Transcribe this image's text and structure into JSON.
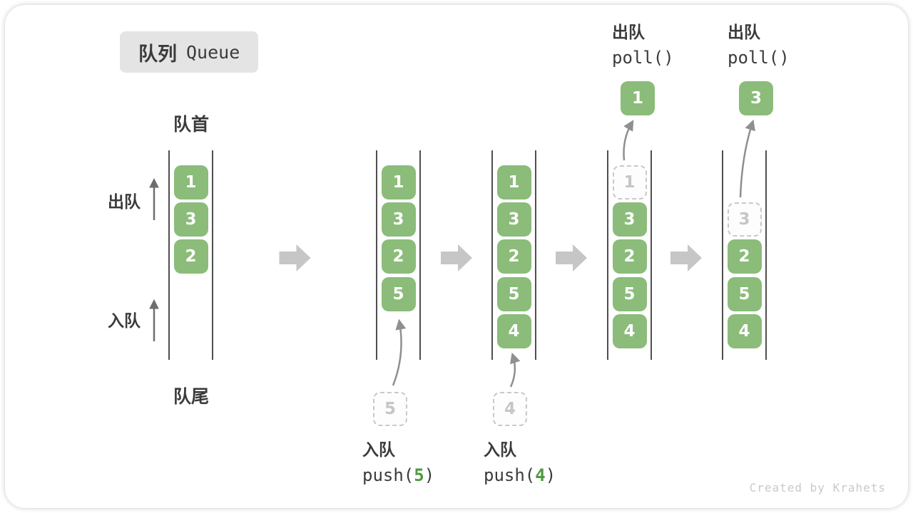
{
  "title": {
    "cn": "队列",
    "en": "Queue"
  },
  "labels": {
    "front": "队首",
    "rear": "队尾",
    "dequeue_side": "出队",
    "enqueue_side": "入队"
  },
  "columns": [
    {
      "cells": [
        {
          "row": 0,
          "value": "1",
          "style": "solid"
        },
        {
          "row": 1,
          "value": "3",
          "style": "solid"
        },
        {
          "row": 2,
          "value": "2",
          "style": "solid"
        }
      ]
    },
    {
      "cells": [
        {
          "row": 0,
          "value": "1",
          "style": "solid"
        },
        {
          "row": 1,
          "value": "3",
          "style": "solid"
        },
        {
          "row": 2,
          "value": "2",
          "style": "solid"
        },
        {
          "row": 3,
          "value": "5",
          "style": "solid"
        }
      ]
    },
    {
      "cells": [
        {
          "row": 0,
          "value": "1",
          "style": "solid"
        },
        {
          "row": 1,
          "value": "3",
          "style": "solid"
        },
        {
          "row": 2,
          "value": "2",
          "style": "solid"
        },
        {
          "row": 3,
          "value": "5",
          "style": "solid"
        },
        {
          "row": 4,
          "value": "4",
          "style": "solid"
        }
      ]
    },
    {
      "cells": [
        {
          "row": 0,
          "value": "1",
          "style": "dashed"
        },
        {
          "row": 1,
          "value": "3",
          "style": "solid"
        },
        {
          "row": 2,
          "value": "2",
          "style": "solid"
        },
        {
          "row": 3,
          "value": "5",
          "style": "solid"
        },
        {
          "row": 4,
          "value": "4",
          "style": "solid"
        }
      ]
    },
    {
      "cells": [
        {
          "row": 1,
          "value": "3",
          "style": "dashed"
        },
        {
          "row": 2,
          "value": "2",
          "style": "solid"
        },
        {
          "row": 3,
          "value": "5",
          "style": "solid"
        },
        {
          "row": 4,
          "value": "4",
          "style": "solid"
        }
      ]
    }
  ],
  "staged": [
    {
      "value": "5"
    },
    {
      "value": "4"
    }
  ],
  "dequeued": [
    {
      "value": "1"
    },
    {
      "value": "3"
    }
  ],
  "operations": {
    "push1": {
      "cn": "入队",
      "fn_open": "push(",
      "arg": "5",
      "fn_close": ")"
    },
    "push2": {
      "cn": "入队",
      "fn_open": "push(",
      "arg": "4",
      "fn_close": ")"
    },
    "poll1": {
      "cn": "出队",
      "fn": "poll()"
    },
    "poll2": {
      "cn": "出队",
      "fn": "poll()"
    }
  },
  "watermark": "Created by Krahets",
  "colors": {
    "item_green": "#8bbc7a",
    "code_green": "#4f9a41",
    "channel_line": "#4f4f4f",
    "dashed_gray": "#c9c9c9",
    "text_dark": "#3b3b3b",
    "block_arrow_gray": "#c6c6c6",
    "watermark_gray": "#c9c9c9"
  }
}
